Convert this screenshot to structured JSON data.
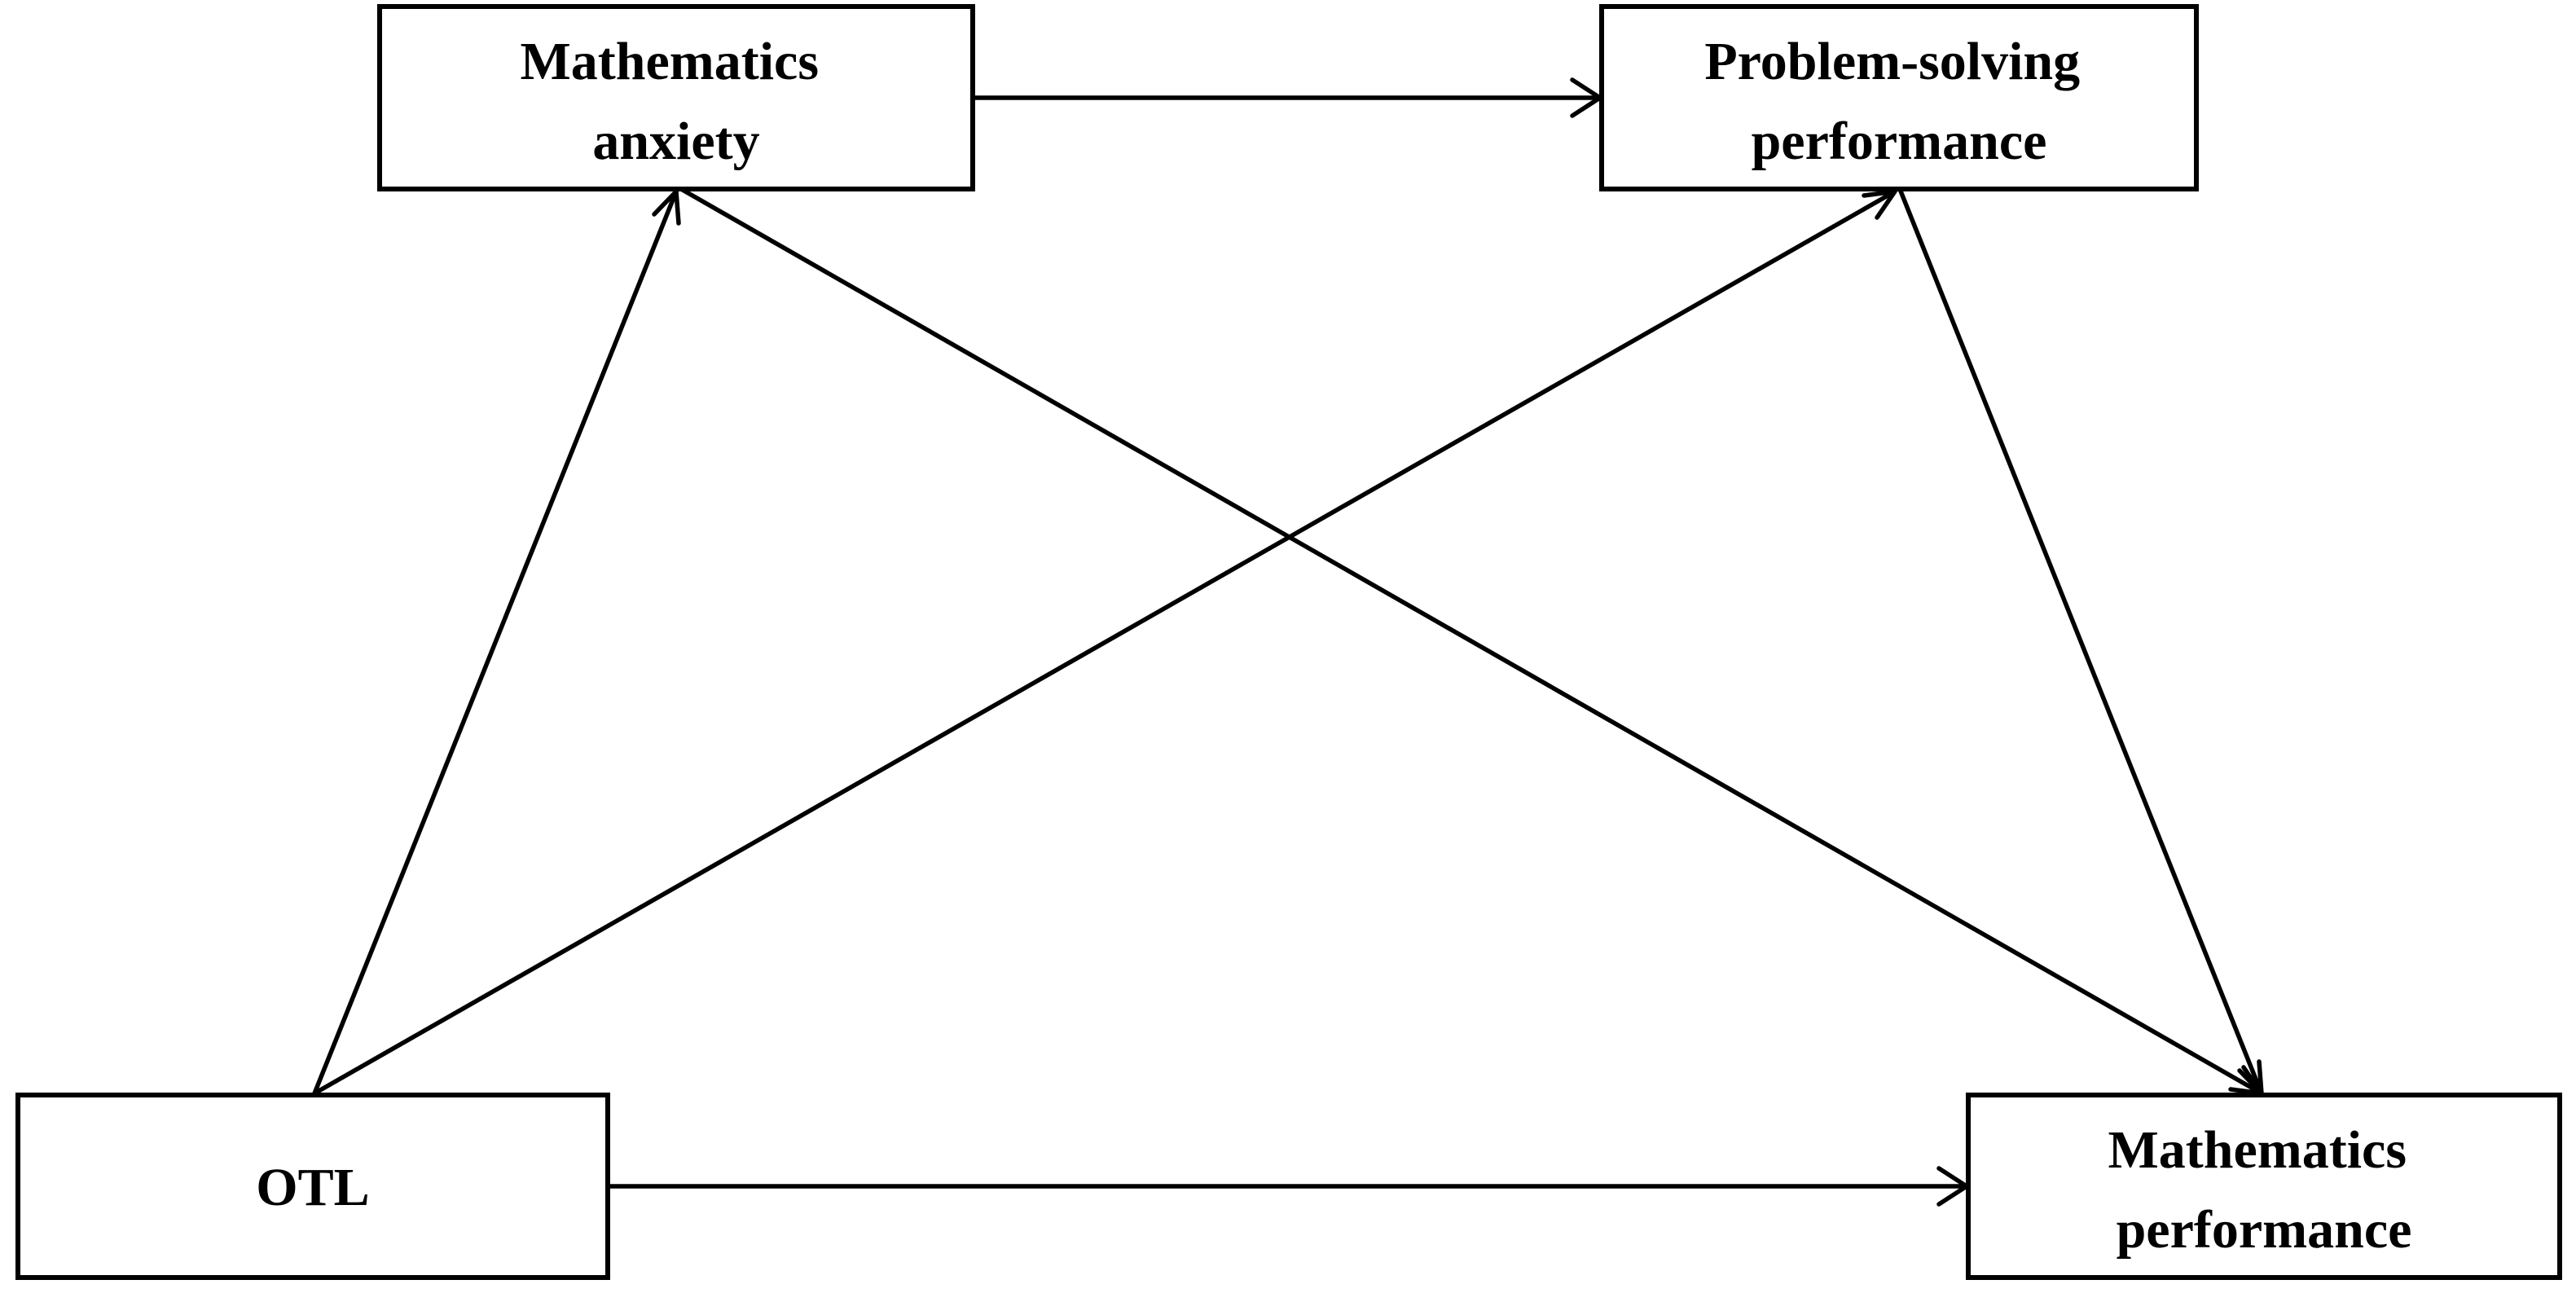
{
  "diagram": {
    "nodes": [
      {
        "id": "math_anxiety",
        "lines": [
          "Mathematics",
          "anxiety"
        ]
      },
      {
        "id": "problem_solving",
        "lines": [
          "Problem-solving",
          "performance"
        ]
      },
      {
        "id": "otl",
        "lines": [
          "OTL"
        ]
      },
      {
        "id": "math_performance",
        "lines": [
          "Mathematics",
          "performance"
        ]
      }
    ],
    "edges": [
      {
        "from": "math_anxiety",
        "to": "problem_solving"
      },
      {
        "from": "otl",
        "to": "math_anxiety"
      },
      {
        "from": "otl",
        "to": "problem_solving"
      },
      {
        "from": "otl",
        "to": "math_performance"
      },
      {
        "from": "math_anxiety",
        "to": "math_performance"
      },
      {
        "from": "problem_solving",
        "to": "math_performance"
      }
    ]
  }
}
